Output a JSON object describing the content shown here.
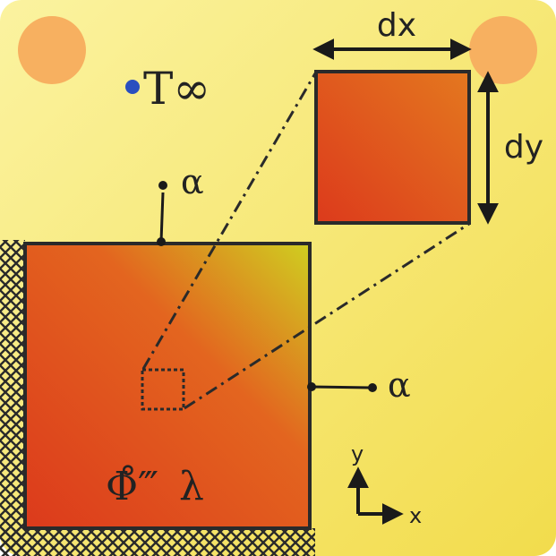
{
  "colors": {
    "background_light": "#fbf3a0",
    "background_dark": "#f2dc4c",
    "plate_red": "#dc3a1c",
    "plate_orange": "#e3651f",
    "plate_yellow": "#cfcf20",
    "outline": "#2a2a2a",
    "sun": "#f7b060",
    "point_blue": "#2a4fbf"
  },
  "labels": {
    "ambient_temperature": "T∞",
    "heat_transfer_top": "α",
    "heat_transfer_right": "α",
    "element_width": "dx",
    "element_height": "dy",
    "heat_source": "Φ̊‴",
    "conductivity": "λ",
    "axis_x": "x",
    "axis_y": "y"
  }
}
